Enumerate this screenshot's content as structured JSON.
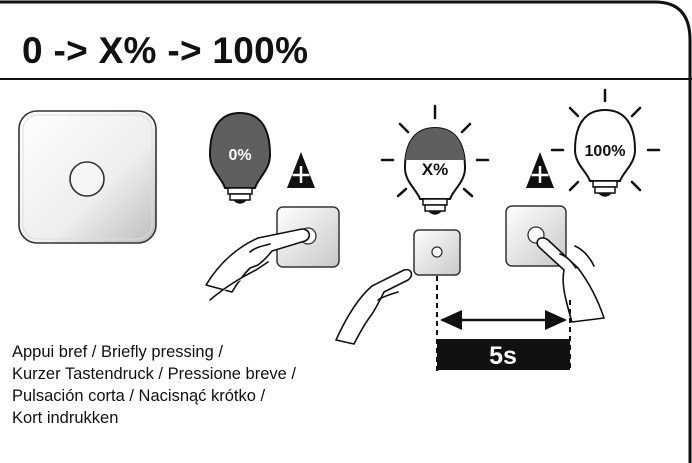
{
  "title": "0 -> X% -> 100%",
  "bulbs": {
    "off": "0%",
    "partial": "X%",
    "full": "100%"
  },
  "timer": "5s",
  "caption": [
    "Appui bref / Briefly pressing /",
    "Kurzer Tastendruck / Pressione breve /",
    "Pulsación corta / Nacisnąć krótko /",
    "Kort indrukken"
  ],
  "colors": {
    "ink": "#111111",
    "bulb_off_fill": "#5f5f5f",
    "timer_bar": "#111111",
    "timer_text": "#ffffff"
  }
}
